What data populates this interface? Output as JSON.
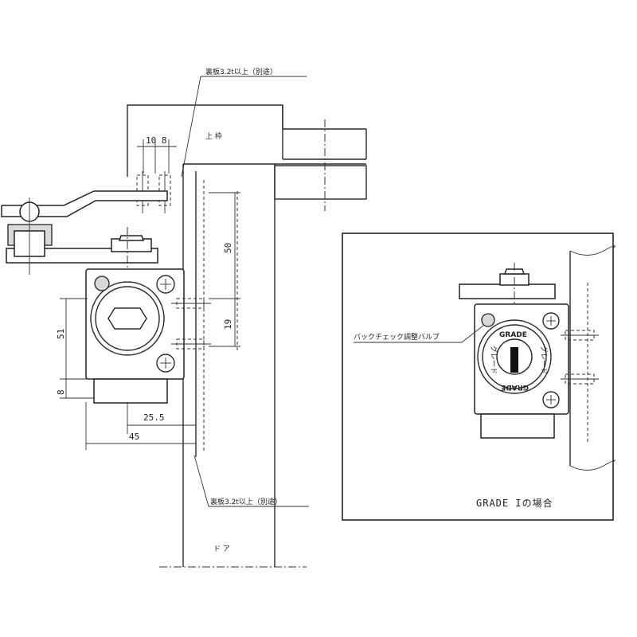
{
  "labels": {
    "top_note": "裏板3.2t以上（別途）",
    "bottom_note": "裏板3.2t以上（別途）",
    "frame": "上 枠",
    "door": "ド ア",
    "valve": "バックチェック調整バルブ",
    "grade_caption": "GRADE Iの場合"
  },
  "dimensions": {
    "d_10_8": "10 8",
    "d_50": "50",
    "d_19": "19",
    "d_51": "51",
    "d_8": "8",
    "d_25_5": "25.5",
    "d_45": "45"
  },
  "dial": {
    "arc_top": "GRADE",
    "arc_bottom": "GRADE",
    "left": "グレード",
    "right": "グレード"
  }
}
